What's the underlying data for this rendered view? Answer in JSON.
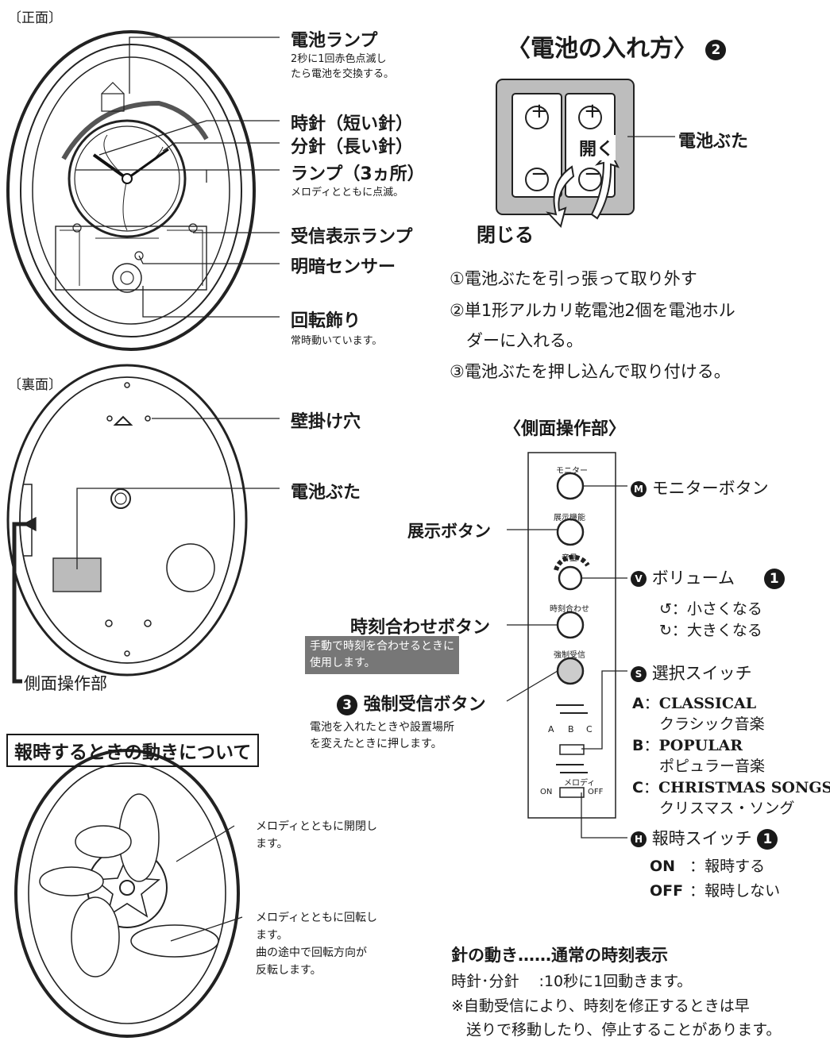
{
  "front": {
    "section": "〔正面〕",
    "battery_lamp": {
      "label": "電池ランプ",
      "note": "2秒に1回赤色点滅し\nたら電池を交換する。"
    },
    "hour_hand": "時針（短い針）",
    "minute_hand": "分針（長い針）",
    "lamps": {
      "label": "ランプ（3ヵ所）",
      "note": "メロディとともに点滅。"
    },
    "reception_lamp": "受信表示ランプ",
    "light_sensor": "明暗センサー",
    "rotating_decor": {
      "label": "回転飾り",
      "note": "常時動いています。"
    }
  },
  "back": {
    "section": "〔裏面〕",
    "wall_hole": "壁掛け穴",
    "battery_cover": "電池ぶた",
    "side_panel": "側面操作部"
  },
  "battery": {
    "title": "〈電池の入れ方〉",
    "badge": "2",
    "cover_label": "電池ぶた",
    "open": "開く",
    "close": "閉じる",
    "plus": "+",
    "minus": "−",
    "steps": [
      "①電池ぶたを引っ張って取り外す",
      "②単1形アルカリ乾電池2個を電池ホル",
      "　ダーに入れる。",
      "③電池ぶたを押し込んで取り付ける。"
    ]
  },
  "side": {
    "title": "〈側面操作部〉",
    "panel": {
      "monitor": "モニター",
      "display": "展示機能",
      "volume": "音量",
      "time_set": "時刻合わせ",
      "force": "強制受信",
      "melody": "メロディ",
      "on": "ON",
      "off": "OFF",
      "a": "A",
      "b": "B",
      "c": "C"
    },
    "monitor_btn": {
      "mark": "M",
      "label": "モニターボタン"
    },
    "display_btn": "展示ボタン",
    "volume": {
      "mark": "V",
      "label": "ボリューム",
      "badge": "1",
      "small": "：小さくなる",
      "large": "：大きくなる"
    },
    "time_set_btn": {
      "label": "時刻合わせボタン",
      "note": "手動で時刻を合わせるときに\n使用します。"
    },
    "force_btn": {
      "badge": "3",
      "label": "強制受信ボタン",
      "note": "電池を入れたときや設置場所\nを変えたときに押します。"
    },
    "select_switch": {
      "mark": "S",
      "label": "選択スイッチ",
      "options": [
        {
          "key": "A",
          "name": "CLASSICAL",
          "desc": "クラシック音楽"
        },
        {
          "key": "B",
          "name": "POPULAR",
          "desc": "ポピュラー音楽"
        },
        {
          "key": "C",
          "name": "CHRISTMAS SONGS",
          "desc": "クリスマス・ソング"
        }
      ]
    },
    "chime_switch": {
      "mark": "H",
      "label": "報時スイッチ",
      "badge": "1",
      "on": "ON",
      "on_desc": "：報時する",
      "off": "OFF",
      "off_desc": "：報時しない"
    }
  },
  "motion": {
    "title": "報時するときの動きについて",
    "note1": "メロディとともに開閉し\nます。",
    "note2": "メロディとともに回転し\nます。\n曲の途中で回転方向が\n反転します。"
  },
  "hands": {
    "title": "針の動き……通常の時刻表示",
    "line1": "時針･分針　 :10秒に1回動きます。",
    "line2": "※自動受信により、時刻を修正するときは早",
    "line3": "　送りで移動したり、停止することがあります。"
  }
}
